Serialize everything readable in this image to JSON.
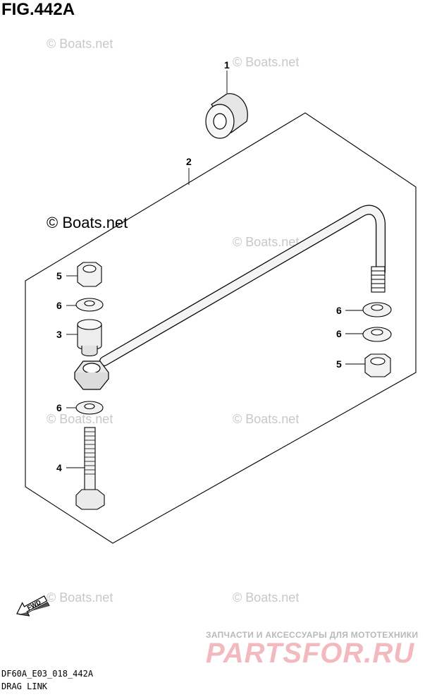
{
  "figure": {
    "title": "FIG.442A",
    "code": "DF60A_E03_018_442A",
    "name": "DRAG LINK"
  },
  "watermarks": {
    "boats": "© Boats.net",
    "ru_small": "ЗАПЧАСТИ И АКСЕССУАРЫ ДЛЯ МОТОТЕХНИКИ",
    "ru_big": "PARTSFOR.RU"
  },
  "direction": {
    "label": "FWD"
  },
  "callouts": {
    "c1": "1",
    "c2": "2",
    "c5a": "5",
    "c6a": "6",
    "c3": "3",
    "c6b": "6",
    "c4": "4",
    "c6c": "6",
    "c6d": "6",
    "c5b": "5"
  }
}
